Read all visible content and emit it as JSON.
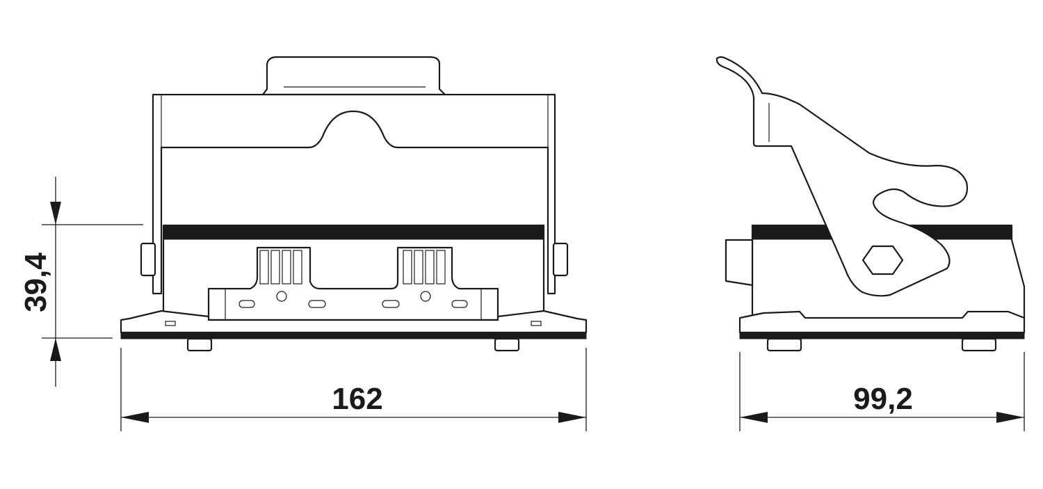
{
  "dimensions": {
    "height": "39,4",
    "width_front": "162",
    "width_side": "99,2"
  },
  "colors": {
    "line": "#1a1a1a",
    "background": "#ffffff"
  }
}
